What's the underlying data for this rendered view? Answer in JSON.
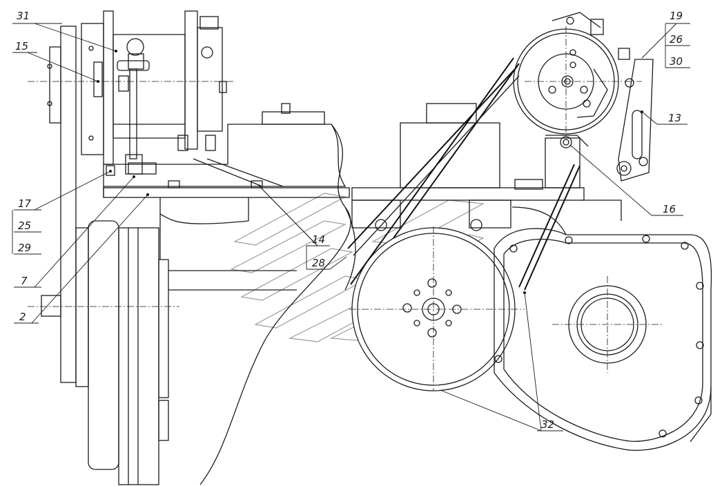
{
  "callouts": {
    "c31": "31",
    "c15": "15",
    "c17": "17",
    "c25": "25",
    "c29": "29",
    "c7": "7",
    "c2": "2",
    "c14": "14",
    "c28": "28",
    "c19": "19",
    "c26": "26",
    "c30": "30",
    "c13": "13",
    "c16": "16",
    "c32": "32"
  }
}
